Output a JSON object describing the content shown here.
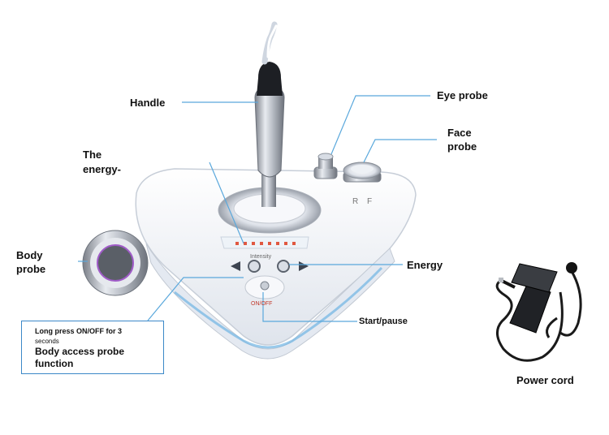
{
  "labels": {
    "handle": "Handle",
    "energy_left_line1": "The",
    "energy_left_line2": "energy-",
    "body_probe_line1": "Body",
    "body_probe_line2": "probe",
    "eye_probe": "Eye probe",
    "face_probe_line1": "Face",
    "face_probe_line2": "probe",
    "energy_right": "Energy",
    "start_pause": "Start/pause",
    "power_cord": "Power cord"
  },
  "device": {
    "brand_mark": "R F",
    "intensity_label": "Intensity",
    "onoff_label": "ON/OFF"
  },
  "note": {
    "line1": "Long press ON/OFF for 3",
    "line2": "seconds",
    "line3": "Body access probe",
    "line4": "function"
  },
  "colors": {
    "leader_line": "#5aa8dc",
    "device_white": "#f4f6fa",
    "accent_blue": "#3b88c8",
    "onoff_red": "#c0392b"
  }
}
